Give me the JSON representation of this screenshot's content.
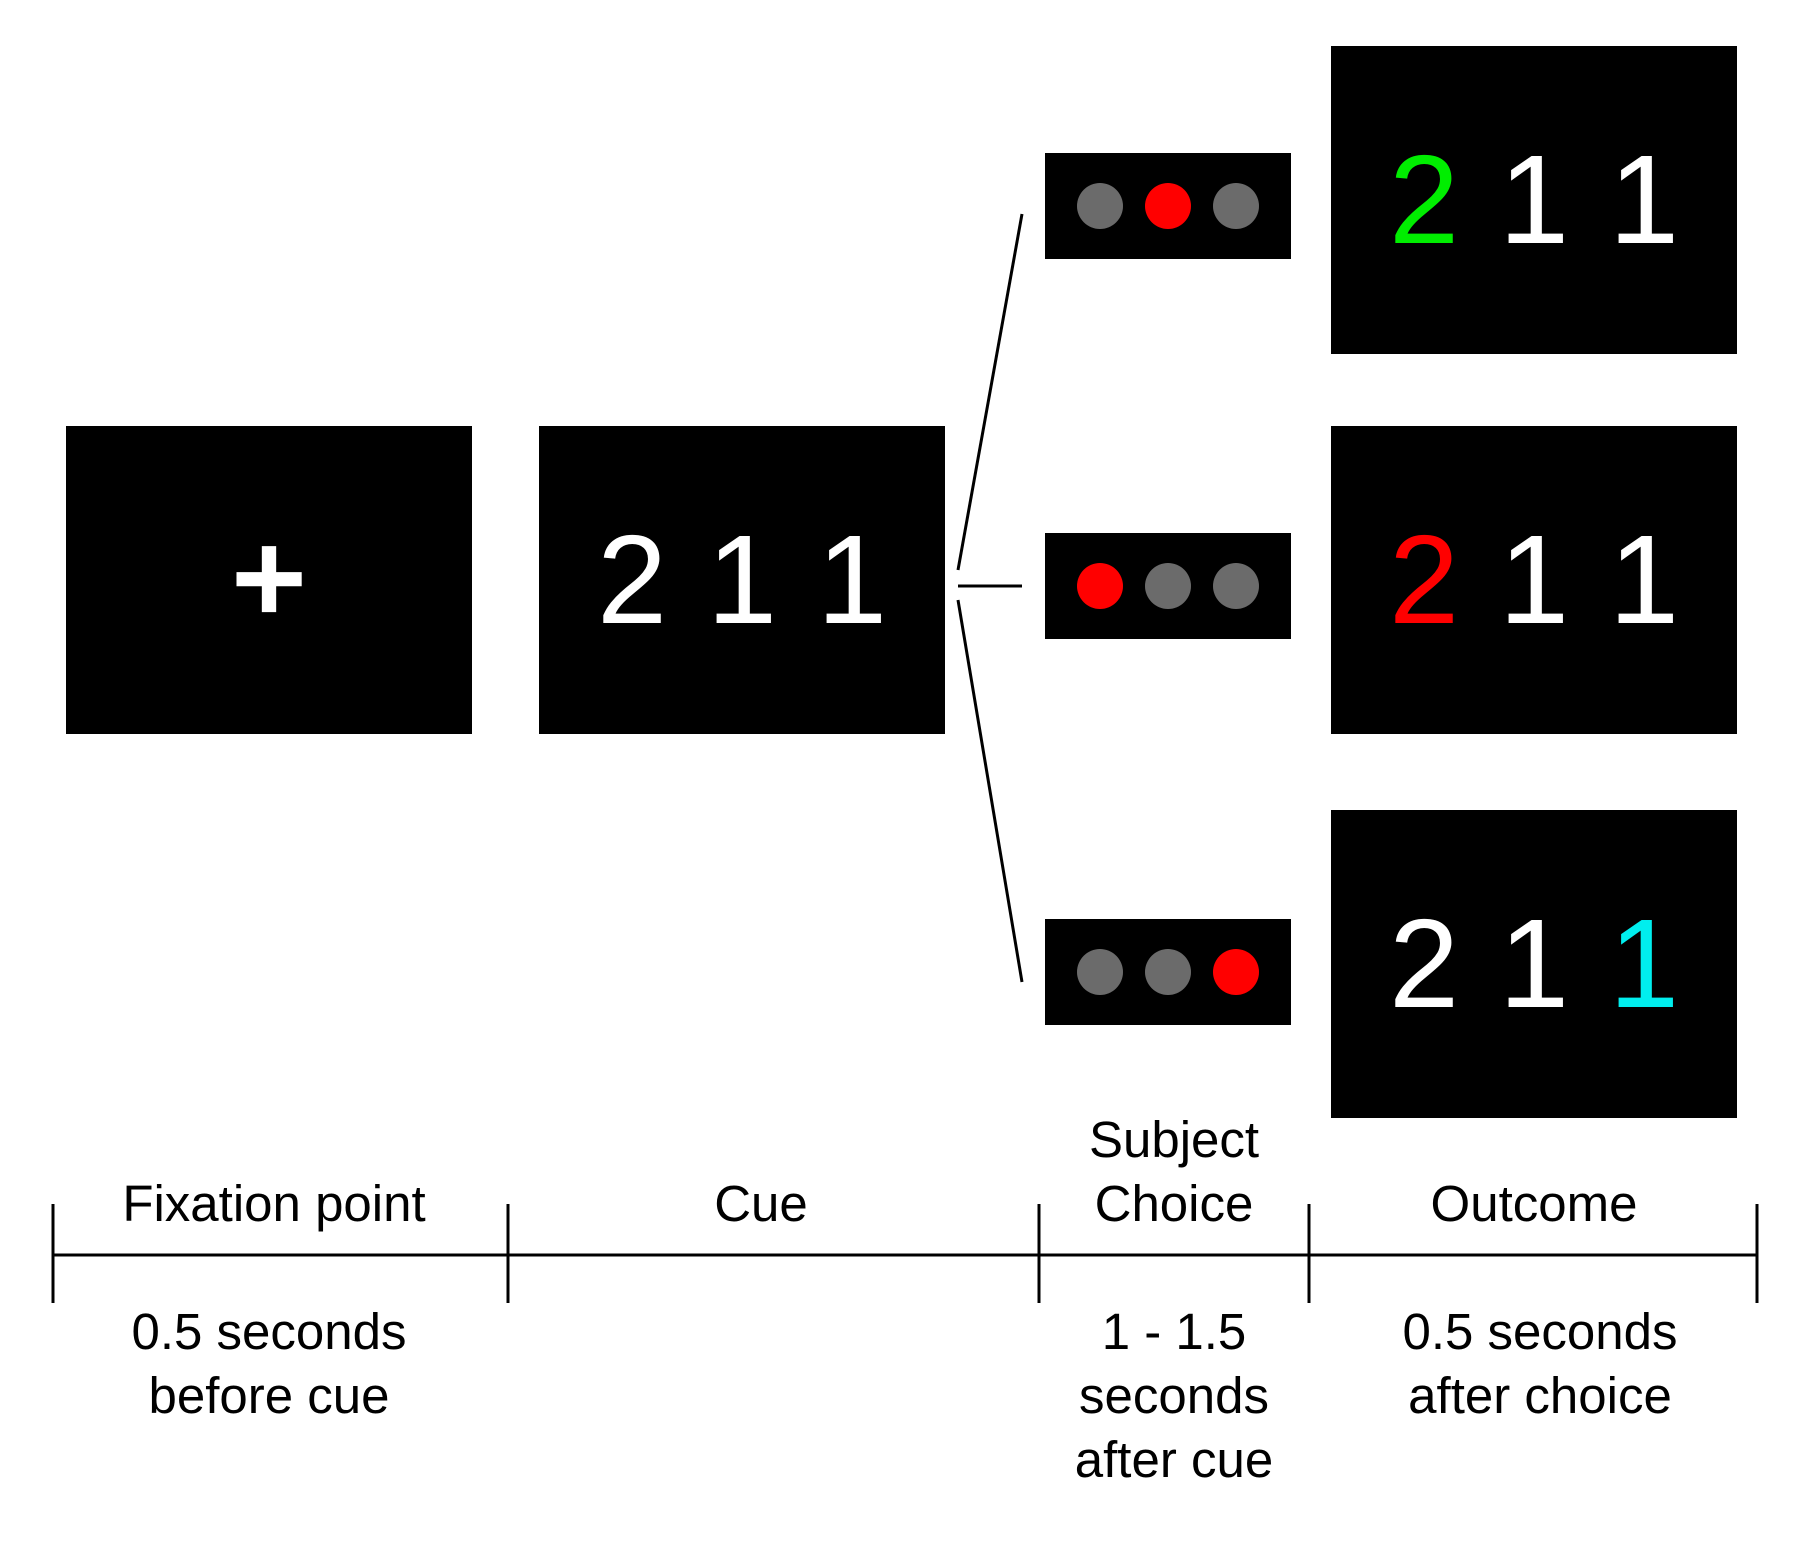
{
  "fixation": {
    "symbol": "+"
  },
  "cue": {
    "digits": [
      "2",
      "1",
      "1"
    ]
  },
  "choices": [
    {
      "dots": [
        "#6b6b6b",
        "#ff0000",
        "#6b6b6b"
      ]
    },
    {
      "dots": [
        "#ff0000",
        "#6b6b6b",
        "#6b6b6b"
      ]
    },
    {
      "dots": [
        "#6b6b6b",
        "#6b6b6b",
        "#ff0000"
      ]
    }
  ],
  "outcomes": [
    {
      "digits": [
        "2",
        "1",
        "1"
      ],
      "colors": [
        "#00ee00",
        "#ffffff",
        "#ffffff"
      ]
    },
    {
      "digits": [
        "2",
        "1",
        "1"
      ],
      "colors": [
        "#ff0000",
        "#ffffff",
        "#ffffff"
      ]
    },
    {
      "digits": [
        "2",
        "1",
        "1"
      ],
      "colors": [
        "#ffffff",
        "#ffffff",
        "#00eeee"
      ]
    }
  ],
  "timeline": {
    "stage_labels": {
      "fixation": "Fixation point",
      "cue": "Cue",
      "choice_line1": "Subject",
      "choice_line2": "Choice",
      "outcome": "Outcome"
    },
    "durations": {
      "fixation_line1": "0.5 seconds",
      "fixation_line2": "before cue",
      "choice_line1": "1 - 1.5",
      "choice_line2": "seconds",
      "choice_line3": "after cue",
      "outcome_line1": "0.5 seconds",
      "outcome_line2": "after choice"
    }
  }
}
